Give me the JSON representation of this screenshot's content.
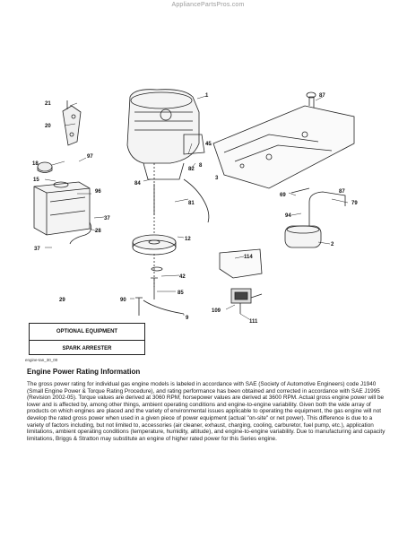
{
  "watermark": "AppliancePartsPros.com",
  "callouts": {
    "c1": "1",
    "c2": "2",
    "c3": "3",
    "c12": "12",
    "c15": "15",
    "c18": "18",
    "c20": "20",
    "c21": "21",
    "c28": "28",
    "c29": "29",
    "c37a": "37",
    "c37b": "37",
    "c42": "42",
    "c45": "45",
    "c69": "69",
    "c79": "79",
    "c81": "81",
    "c82": "82",
    "c84": "84",
    "c85": "85",
    "c87": "87",
    "c87b": "87",
    "c90": "90",
    "c94": "94",
    "c96": "96",
    "c97": "97",
    "c109": "109",
    "c111": "111",
    "c114": "114",
    "c9": "9",
    "c8": "8"
  },
  "optional_box": {
    "line1": "OPTIONAL EQUIPMENT",
    "line2": "SPARK ARRESTER"
  },
  "caption": "engine-tan_30_00",
  "section_title": "Engine Power Rating Information",
  "body_paragraph": "The gross power rating for individual gas engine models is labeled in accordance with SAE (Society of Automotive Engineers) code J1940 (Small Engine Power & Torque Rating Procedure), and rating performance has been obtained and corrected in accordance with SAE J1995 (Revision 2002-05). Torque values are derived at 3060 RPM; horsepower values are derived at 3600 RPM. Actual gross engine power will be lower and is affected by, among other things, ambient operating conditions and engine-to-engine variability. Given both the wide array of products on which engines are placed and the variety of environmental issues applicable to operating the equipment, the gas engine will not develop the rated gross power when used in a given piece of power equipment (actual \"on-site\" or net power). This difference is due to a variety of factors including, but not limited to, accessories (air cleaner, exhaust, charging, cooling, carburetor, fuel pump, etc.), application limitations, ambient operating conditions (temperature, humidity, altitude), and engine-to-engine variability. Due to manufacturing and capacity limitations, Briggs & Stratton may substitute an engine of higher rated power for this Series engine."
}
